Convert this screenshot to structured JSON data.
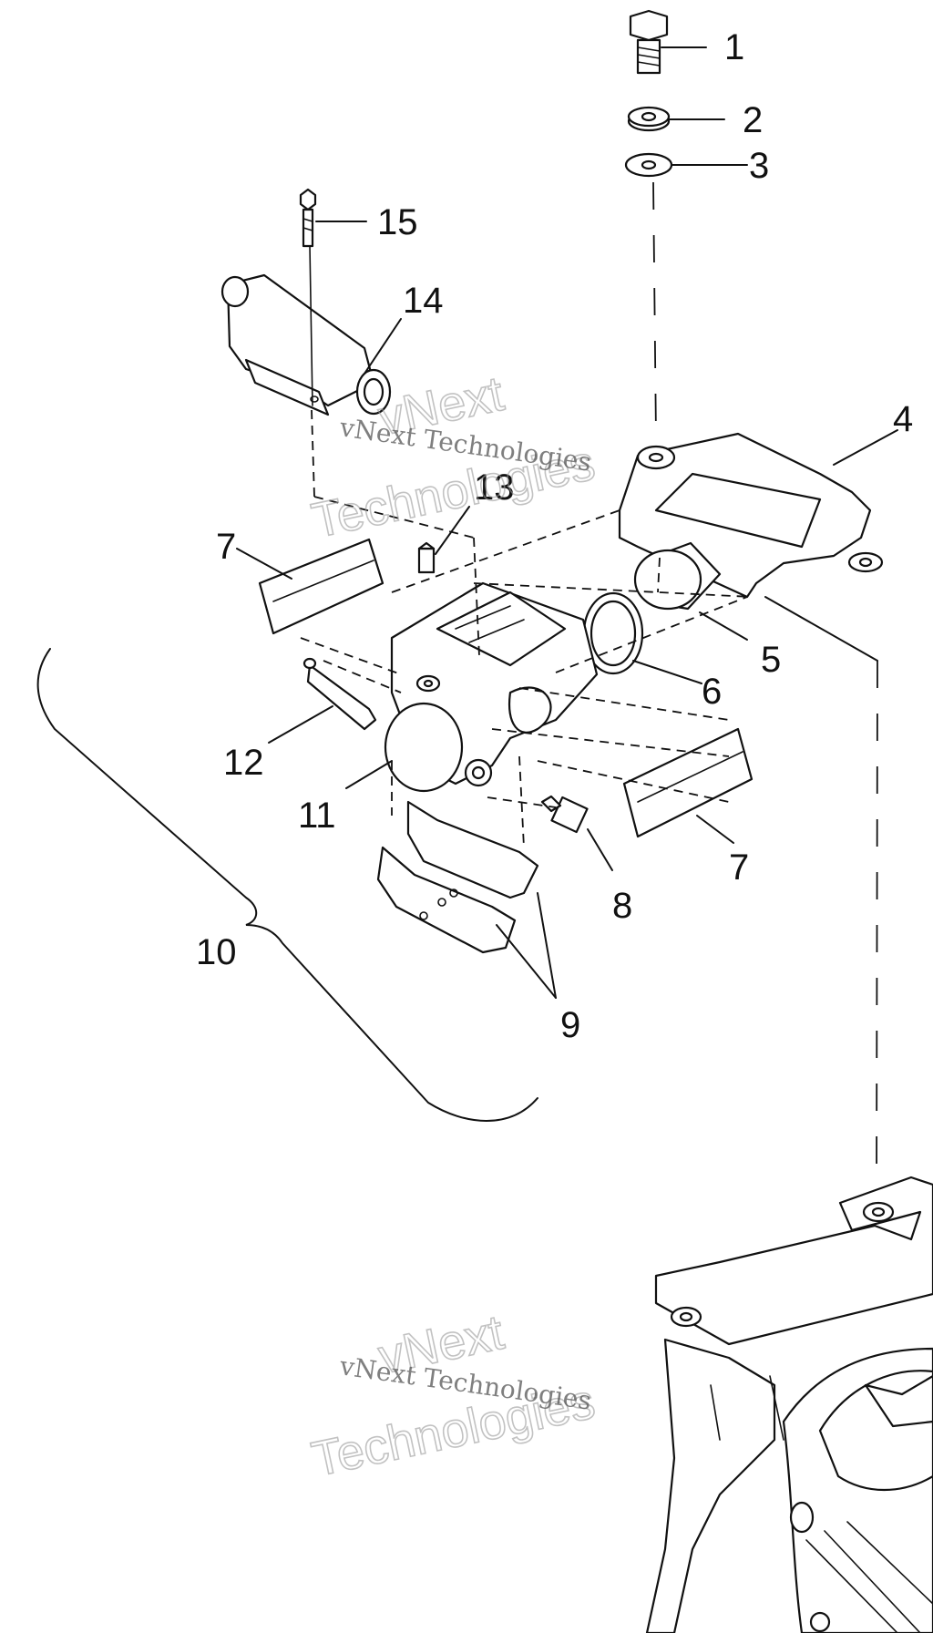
{
  "callouts": [
    "1",
    "2",
    "3",
    "4",
    "5",
    "6",
    "7",
    "7",
    "8",
    "9",
    "10",
    "11",
    "12",
    "13",
    "14",
    "15"
  ],
  "watermarks": {
    "logo_line1": "vNext",
    "logo_line2": "Technologies",
    "caption": "vNext Technologies"
  }
}
